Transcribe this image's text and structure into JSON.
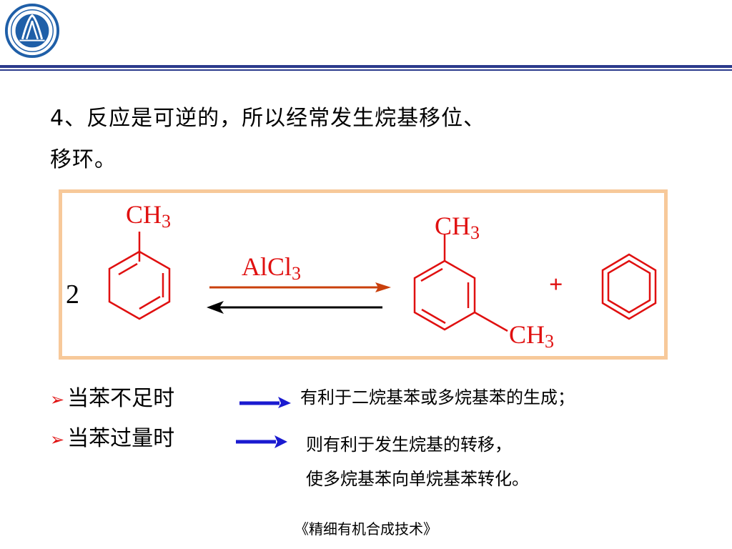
{
  "header": {
    "logo": "school-emblem"
  },
  "heading": {
    "line1": "4、反应是可逆的，所以经常发生烷基移位、",
    "line2": "移环。"
  },
  "reaction": {
    "coefficient": "2",
    "reactant_group": "CH",
    "reactant_sub": "3",
    "catalyst": "AlCl",
    "catalyst_sub": "3",
    "product_group_top": "CH",
    "product_sub_top": "3",
    "product_group_bottom": "CH",
    "product_sub_bottom": "3",
    "plus": "+"
  },
  "bullets": [
    {
      "marker": "➢",
      "label": "当苯不足时",
      "result": "有利于二烷基苯或多烷基苯的生成；"
    },
    {
      "marker": "➢",
      "label": "当苯过量时",
      "result_line1": "则有利于发生烷基的转移，",
      "result_line2": "使多烷基苯向单烷基苯转化。"
    }
  ],
  "footer": "《精细有机合成技术》",
  "colors": {
    "accent_line": "#2b3a8c",
    "chem": "#e01010",
    "box_border": "#f7c99a",
    "arrow_blue": "#1a1ad0"
  }
}
